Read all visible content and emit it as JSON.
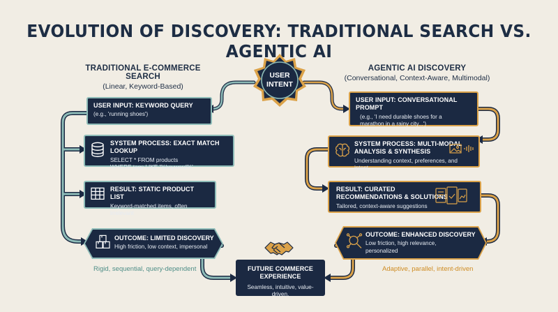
{
  "title": "EVOLUTION OF DISCOVERY: TRADITIONAL SEARCH VS. AGENTIC AI",
  "center": {
    "user_intent_line1": "USER",
    "user_intent_line2": "INTENT"
  },
  "left": {
    "heading": "TRADITIONAL E-COMMERCE SEARCH",
    "subheading": "(Linear, Keyword-Based)",
    "input": {
      "title": "USER INPUT: KEYWORD QUERY",
      "desc": "(e.g., 'running shoes')"
    },
    "process": {
      "title": "SYSTEM PROCESS: EXACT MATCH LOOKUP",
      "line1": "SELECT * FROM products",
      "line2": "WHERE tags LIKE '%keyword%'"
    },
    "result": {
      "title": "RESULT: STATIC PRODUCT LIST",
      "desc": "Keyword-matched items, often irrelevant"
    },
    "outcome": {
      "title": "OUTCOME: LIMITED DISCOVERY",
      "desc": "High friction, low context, impersonal"
    },
    "caption": "Rigid, sequential, query-dependent"
  },
  "right": {
    "heading": "AGENTIC AI DISCOVERY",
    "subheading": "(Conversational, Context-Aware, Multimodal)",
    "input": {
      "title": "USER INPUT: CONVERSATIONAL PROMPT",
      "line1": "(e.g., 'I need durable shoes for a",
      "line2": "marathon in a rainy city...')"
    },
    "process": {
      "title_line1": "SYSTEM PROCESS: MULTI-MODAL",
      "title_line2": "ANALYSIS & SYNTHESIS",
      "desc": "Understanding context, preferences, and intent"
    },
    "result": {
      "title_line1": "RESULT: CURATED",
      "title_line2": "RECOMMENDATIONS & SOLUTIONS",
      "desc": "Tailored, context-aware suggestions"
    },
    "outcome": {
      "title": "OUTCOME: ENHANCED DISCOVERY",
      "line1": "Low friction, high relevance,",
      "line2": "personalized"
    },
    "caption": "Adaptive, parallel, intent-driven"
  },
  "future": {
    "title_line1": "FUTURE COMMERCE",
    "title_line2": "EXPERIENCE",
    "desc": "Seamless, intuitive, value-driven."
  },
  "colors": {
    "navy": "#1b2942",
    "teal": "#8ebcb8",
    "gold": "#dba249",
    "background": "#f1ede4",
    "teal_text": "#4f8e87",
    "gold_text": "#cf8c22"
  },
  "icons": [
    "database-icon",
    "table-icon",
    "boxes-icon",
    "brain-icon",
    "image-icon",
    "waveform-icon",
    "dashboard-icon",
    "magnifier-network-icon",
    "handshake-icon"
  ]
}
